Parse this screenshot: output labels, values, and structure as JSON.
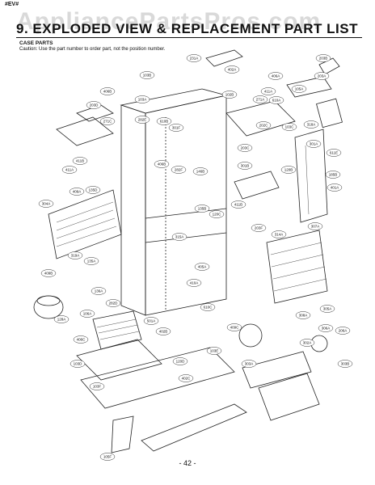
{
  "header": {
    "tag": "#EV#",
    "title": "9. EXPLODED VIEW & REPLACEMENT PART LIST",
    "section": "CASE PARTS",
    "caution": "Caution: Use the part number to order part, not the position number."
  },
  "watermark": "AppliancePartsPros.com",
  "page_number": "- 42 -",
  "callouts": [
    "231A",
    "402A",
    "203B",
    "103B",
    "203A",
    "406A",
    "406B",
    "103A",
    "282E",
    "102B",
    "271C",
    "411A",
    "301F",
    "271A",
    "610A",
    "610B",
    "203D",
    "105A",
    "103C",
    "202C",
    "318A",
    "203C",
    "611E",
    "411B",
    "120B",
    "406B",
    "282F",
    "301B",
    "411A",
    "301A",
    "409A",
    "146B",
    "135D",
    "135B",
    "411B",
    "120C",
    "203F",
    "185B",
    "401A",
    "304A",
    "315A",
    "314A",
    "307A",
    "319A",
    "405A",
    "410A",
    "409B",
    "135A",
    "136A",
    "128A",
    "106A",
    "282D",
    "610C",
    "409C",
    "501A",
    "406C",
    "402B",
    "303A",
    "308A",
    "305A",
    "306A",
    "206A",
    "103D",
    "120D",
    "103E",
    "302A",
    "402C",
    "303B",
    "103F",
    "105F"
  ]
}
